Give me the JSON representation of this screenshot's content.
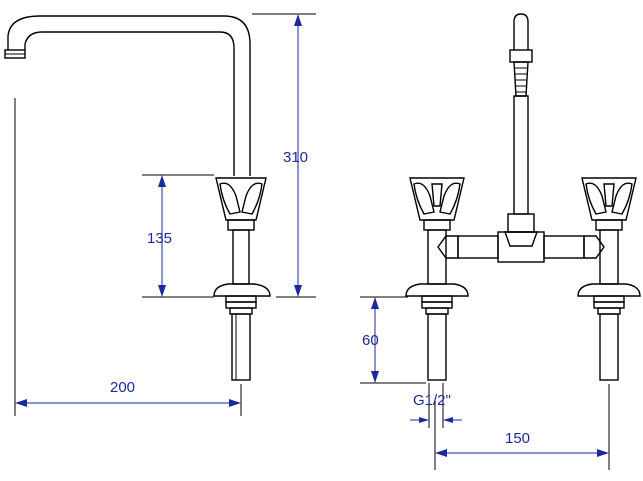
{
  "dimensions": {
    "spout_reach": "200",
    "total_height": "310",
    "valve_height": "135",
    "shank_length": "60",
    "thread": "G1/2\"",
    "centers": "150"
  },
  "colors": {
    "outline": "#000000",
    "dimension": "#1a2a9c"
  }
}
